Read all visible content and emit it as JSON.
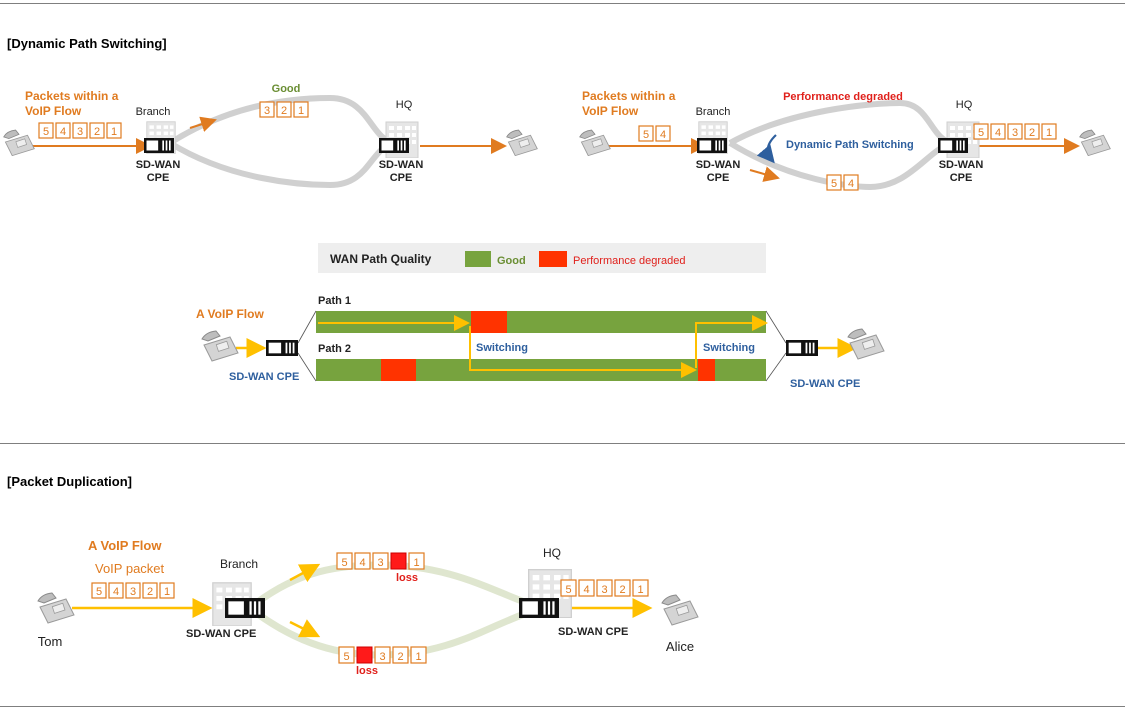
{
  "sections": {
    "dps_title": "[Dynamic Path Switching]",
    "dup_title": "[Packet Duplication]"
  },
  "top_left": {
    "flow_label": [
      "Packets within a",
      "VoIP Flow"
    ],
    "branch": "Branch",
    "hq": "HQ",
    "status": "Good",
    "cpe_label": [
      "SD-WAN",
      "CPE"
    ],
    "in_packets": [
      "5",
      "4",
      "3",
      "2",
      "1"
    ],
    "path_packets": [
      "3",
      "2",
      "1"
    ]
  },
  "top_right": {
    "flow_label": [
      "Packets within a",
      "VoIP Flow"
    ],
    "branch": "Branch",
    "hq": "HQ",
    "status": "Performance degraded",
    "switch_label": "Dynamic Path Switching",
    "cpe_label": [
      "SD-WAN",
      "CPE"
    ],
    "in_packets": [
      "5",
      "4"
    ],
    "lower_packets": [
      "5",
      "4"
    ],
    "out_packets": [
      "5",
      "4",
      "3",
      "2",
      "1"
    ]
  },
  "legend": {
    "title": "WAN Path Quality",
    "good": "Good",
    "degraded": "Performance degraded"
  },
  "middle": {
    "flow_label": "A VoIP Flow",
    "path1": "Path 1",
    "path2": "Path 2",
    "switching": "Switching",
    "cpe_left": "SD-WAN CPE",
    "cpe_right": "SD-WAN CPE"
  },
  "dup": {
    "flow_label": "A VoIP Flow",
    "packet_label": "VoIP packet",
    "branch": "Branch",
    "hq": "HQ",
    "cpe_left": "SD-WAN CPE",
    "cpe_right": "SD-WAN CPE",
    "tom": "Tom",
    "alice": "Alice",
    "loss": "loss",
    "in_packets": [
      "5",
      "4",
      "3",
      "2",
      "1"
    ],
    "upper_packets": [
      "5",
      "4",
      "3",
      "",
      "1"
    ],
    "lower_packets": [
      "5",
      "",
      "3",
      "2",
      "1"
    ],
    "out_packets": [
      "5",
      "4",
      "3",
      "2",
      "1"
    ]
  },
  "colors": {
    "orange": "#e07b20",
    "good_green": "#77a33e",
    "degraded_red": "#ff3300",
    "cpe_blue": "#2e5f9e",
    "status_good": "#6a8e33",
    "status_bad": "#e0201b",
    "yellow_arrow": "#ffc000"
  }
}
